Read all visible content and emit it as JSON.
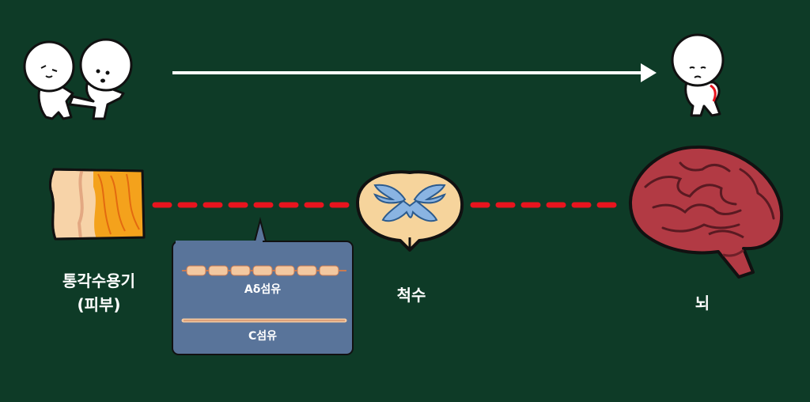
{
  "labels": {
    "receptor_line1": "통각수용기",
    "receptor_line2": "(피부)",
    "spinal_cord": "척수",
    "brain": "뇌"
  },
  "fibers": {
    "a_delta": "Aδ섬유",
    "c": "C섬유"
  },
  "colors": {
    "background": "#0e3b27",
    "pathway": "#e8141e",
    "inset_panel": "#59749a",
    "fiber": "#f3c8a0",
    "brain": "#b23a44",
    "spinal_gray_matter": "#8ab4e2"
  }
}
